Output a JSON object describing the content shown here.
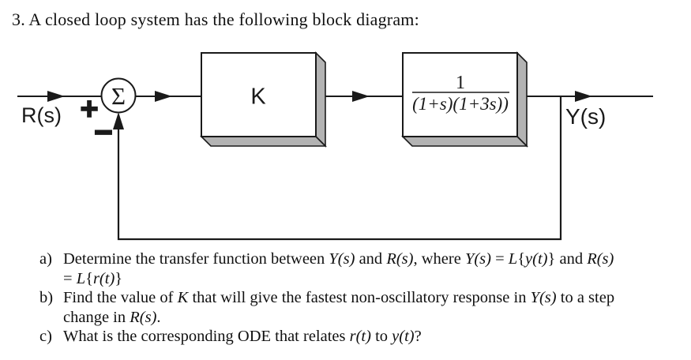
{
  "title": "3. A closed loop system has the following block diagram:",
  "diagram": {
    "input_label": "R(s)",
    "output_label": "Y(s)",
    "summer_symbol": "Σ",
    "plus_sign": "+",
    "minus_sign": "−",
    "gain_block_label": "K",
    "plant_block": {
      "numerator": "1",
      "denominator": "(1+s)(1+3s))"
    },
    "colors": {
      "line": "#1a1a1a",
      "shadow_fill": "#b3b3b3",
      "block_fill": "#ffffff"
    }
  },
  "questions": [
    {
      "label": "a)",
      "lines": [
        [
          {
            "t": "Determine the transfer function between "
          },
          {
            "t": "Y(s)",
            "i": 1
          },
          {
            "t": " and "
          },
          {
            "t": "R(s)",
            "i": 1
          },
          {
            "t": ", where "
          },
          {
            "t": "Y(s)",
            "i": 1
          },
          {
            "t": " = "
          },
          {
            "t": "L",
            "i": 1
          },
          {
            "t": "{"
          },
          {
            "t": "y(t)",
            "i": 1
          },
          {
            "t": "} and "
          },
          {
            "t": "R(s)",
            "i": 1
          }
        ],
        [
          {
            "t": "= "
          },
          {
            "t": "L",
            "i": 1
          },
          {
            "t": "{"
          },
          {
            "t": "r(t)",
            "i": 1
          },
          {
            "t": "}"
          }
        ]
      ]
    },
    {
      "label": "b)",
      "lines": [
        [
          {
            "t": "Find the value of "
          },
          {
            "t": "K",
            "i": 1
          },
          {
            "t": " that will give the fastest non-oscillatory response in "
          },
          {
            "t": "Y(s)",
            "i": 1
          },
          {
            "t": " to a step"
          }
        ],
        [
          {
            "t": "change in "
          },
          {
            "t": "R(s)",
            "i": 1
          },
          {
            "t": "."
          }
        ]
      ]
    },
    {
      "label": "c)",
      "lines": [
        [
          {
            "t": "What is the corresponding ODE that relates "
          },
          {
            "t": "r(t)",
            "i": 1
          },
          {
            "t": " to "
          },
          {
            "t": "y(t)",
            "i": 1
          },
          {
            "t": "?"
          }
        ]
      ]
    }
  ]
}
